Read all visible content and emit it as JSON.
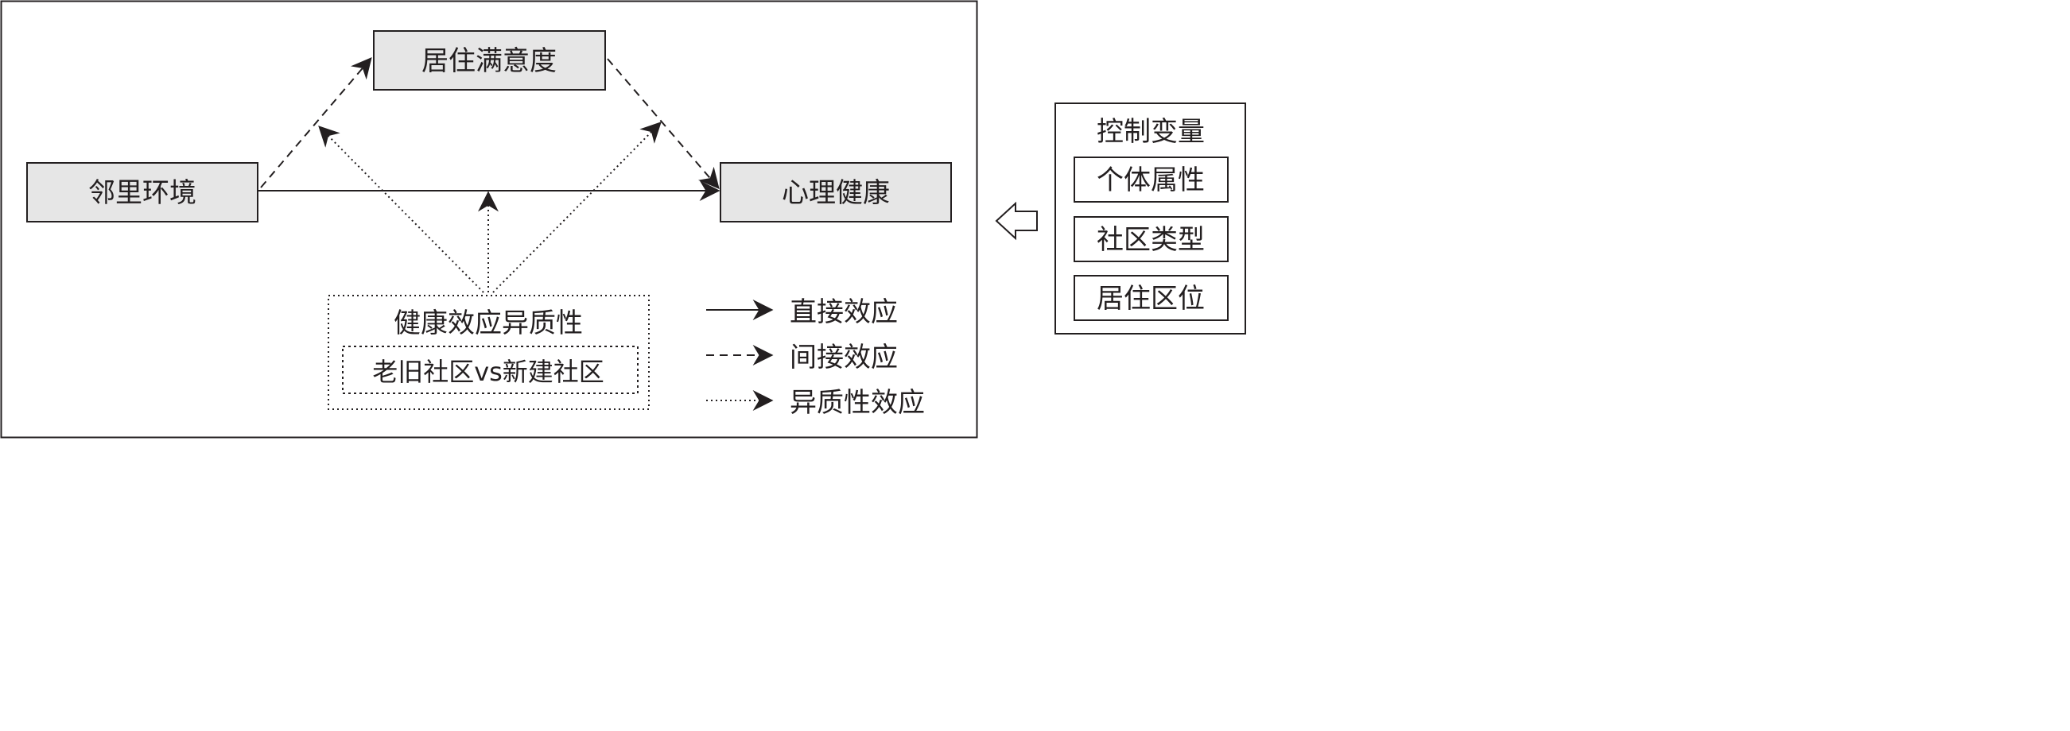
{
  "nodes": {
    "residential_satisfaction": "居住满意度",
    "neighborhood_environment": "邻里环境",
    "mental_health": "心理健康",
    "heterogeneity": "健康效应异质性",
    "comparison": "老旧社区vs新建社区"
  },
  "legend": {
    "direct": "直接效应",
    "indirect": "间接效应",
    "heterogeneity": "异质性效应"
  },
  "controls": {
    "title": "控制变量",
    "items": [
      "个体属性",
      "社区类型",
      "居住区位"
    ]
  },
  "colors": {
    "stroke": "#231f20",
    "box_fill": "#e6e6e6",
    "background": "#ffffff"
  }
}
